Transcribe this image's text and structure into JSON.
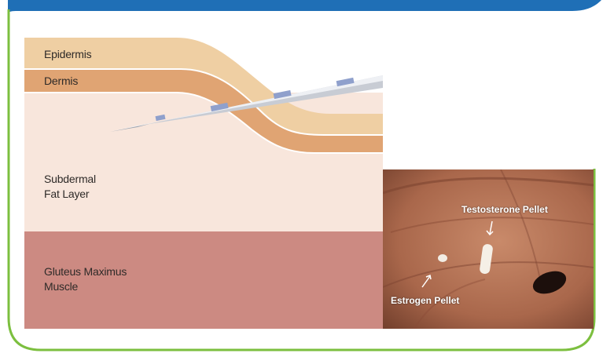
{
  "colors": {
    "header_blue": "#1f6fb6",
    "frame_green": "#7cbf3f",
    "epidermis": "#efcfa3",
    "dermis": "#e0a473",
    "fat_layer": "#f8e6dc",
    "muscle": "#cc8a82"
  },
  "layers": {
    "epidermis": "Epidermis",
    "dermis": "Dermis",
    "fat_line1": "Subdermal",
    "fat_line2": "Fat Layer",
    "muscle_line1": "Gluteus Maximus",
    "muscle_line2": "Muscle"
  },
  "photo": {
    "testosterone_label": "Testosterone  Pellet",
    "estrogen_label": "Estrogen Pellet"
  },
  "icons": [
    "trocar-needle-icon",
    "pointer-arrow-icon"
  ]
}
